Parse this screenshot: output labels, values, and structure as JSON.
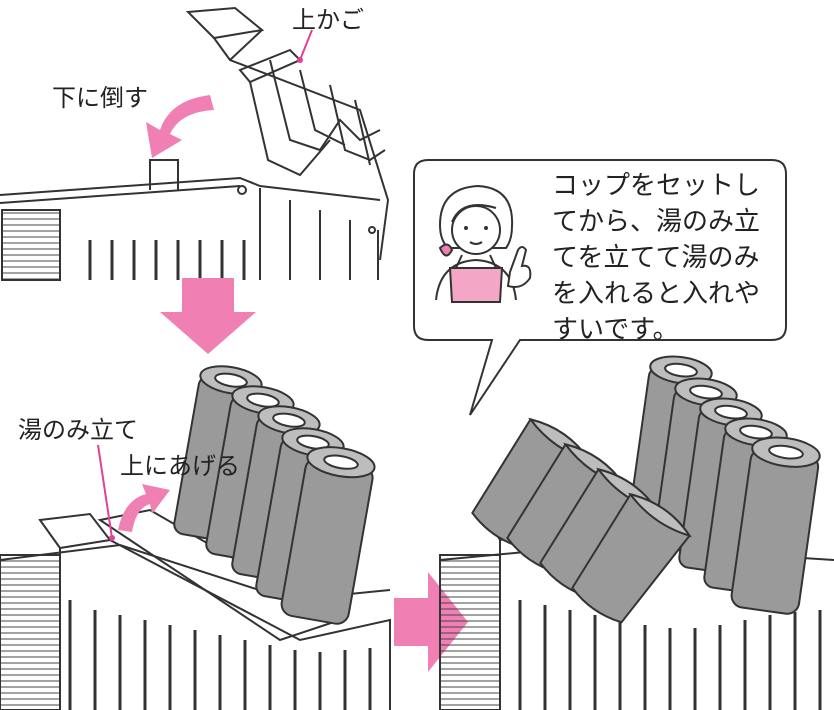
{
  "labels": {
    "upper_basket": "上かご",
    "tilt_down": "下に倒す",
    "cup_rack": "湯のみ立て",
    "lift_up": "上にあげる"
  },
  "speech_bubble": {
    "text": "コップをセットし\nてから、湯のみ立\nてを立てて湯のみ\nを入れると入れや\nすいです。"
  },
  "colors": {
    "arrow_pink": "#f07fb4",
    "cup_gray": "#9a9a9a",
    "leader_magenta": "#e0409a",
    "line": "#333333"
  }
}
